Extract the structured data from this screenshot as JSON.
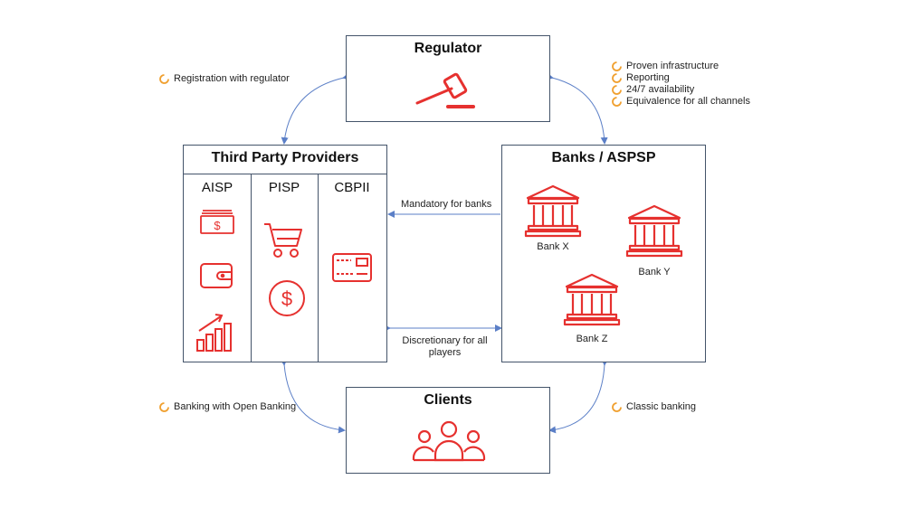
{
  "regulator": {
    "title": "Regulator",
    "icon": "gavel-icon"
  },
  "tpp": {
    "title": "Third Party Providers",
    "columns": [
      {
        "label": "AISP",
        "icons": [
          "banknotes-icon",
          "wallet-icon",
          "growth-chart-icon"
        ]
      },
      {
        "label": "PISP",
        "icons": [
          "shopping-cart-icon",
          "dollar-coin-icon"
        ]
      },
      {
        "label": "CBPII",
        "icons": [
          "credit-card-icon"
        ]
      }
    ]
  },
  "banks": {
    "title": "Banks / ASPSP",
    "items": [
      {
        "label": "Bank X"
      },
      {
        "label": "Bank Y"
      },
      {
        "label": "Bank Z"
      }
    ]
  },
  "clients": {
    "title": "Clients",
    "icon": "group-people-icon"
  },
  "annotations": {
    "registration": "Registration with regulator",
    "regulator_bank": [
      "Proven infrastructure",
      "Reporting",
      "24/7 availability",
      "Equivalence for all channels"
    ],
    "mandatory": "Mandatory for banks",
    "discretionary_1": "Discretionary for all",
    "discretionary_2": "players",
    "open_banking": "Banking with Open Banking",
    "classic": "Classic banking"
  },
  "colors": {
    "icon": "#e6312f",
    "arrow": "#5b7fc7",
    "border": "#44546a",
    "bullet": "#f0a030"
  }
}
